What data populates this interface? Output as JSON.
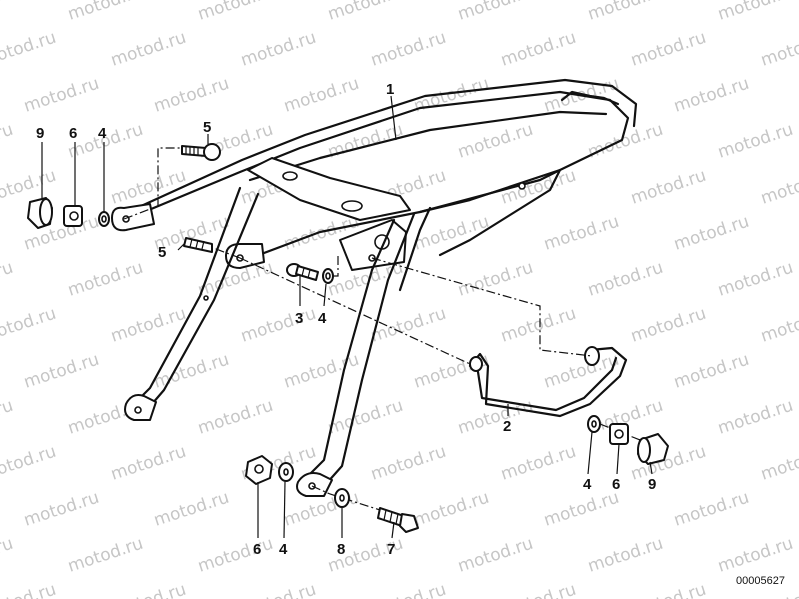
{
  "watermark_text": "motod.ru",
  "catalog_number": "00005627",
  "callouts": [
    {
      "id": "c-1-top",
      "label": "1"
    },
    {
      "id": "c-9-left",
      "label": "9"
    },
    {
      "id": "c-6-left",
      "label": "6"
    },
    {
      "id": "c-4-left",
      "label": "4"
    },
    {
      "id": "c-5-top",
      "label": "5"
    },
    {
      "id": "c-5-mid",
      "label": "5"
    },
    {
      "id": "c-3",
      "label": "3"
    },
    {
      "id": "c-4-mid",
      "label": "4"
    },
    {
      "id": "c-2",
      "label": "2"
    },
    {
      "id": "c-4-right",
      "label": "4"
    },
    {
      "id": "c-6-right",
      "label": "6"
    },
    {
      "id": "c-9-right",
      "label": "9"
    },
    {
      "id": "c-6-bottom",
      "label": "6"
    },
    {
      "id": "c-4-bottom",
      "label": "4"
    },
    {
      "id": "c-8-bottom",
      "label": "8"
    },
    {
      "id": "c-7-bottom",
      "label": "7"
    }
  ]
}
